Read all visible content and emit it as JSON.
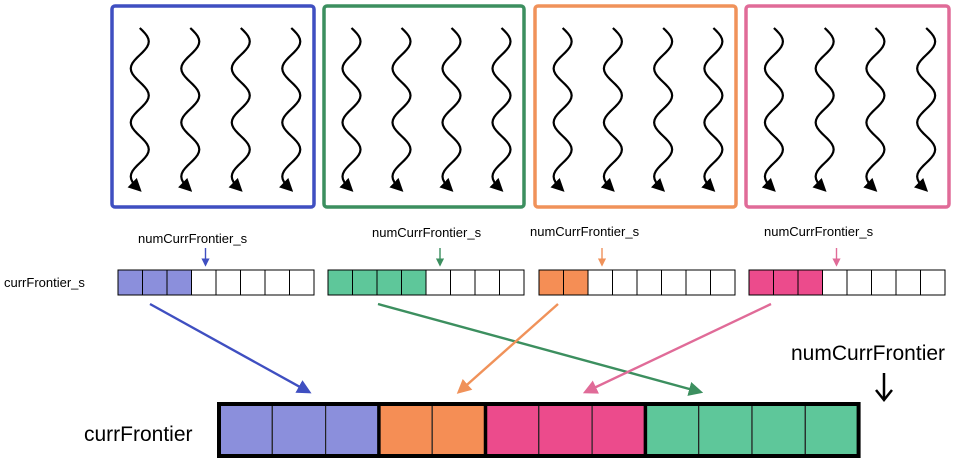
{
  "labels": {
    "local_counter": "numCurrFrontier_s",
    "local_queue": "currFrontier_s",
    "global_queue": "currFrontier",
    "global_counter": "numCurrFrontier"
  },
  "blocks": [
    {
      "name": "block-blue",
      "color": "#3f4fc1",
      "fill": "#8b8fdc",
      "threads": 4,
      "local_filled": 3,
      "local_total": 8
    },
    {
      "name": "block-green",
      "color": "#3c8f5f",
      "fill": "#5ec79a",
      "threads": 4,
      "local_filled": 4,
      "local_total": 8
    },
    {
      "name": "block-orange",
      "color": "#f0925a",
      "fill": "#f58e55",
      "threads": 4,
      "local_filled": 2,
      "local_total": 8
    },
    {
      "name": "block-pink",
      "color": "#e06b98",
      "fill": "#ec4b8c",
      "threads": 4,
      "local_filled": 3,
      "local_total": 8
    }
  ],
  "global_segments": [
    {
      "block": "block-blue",
      "fill": "#8b8fdc",
      "cells": 3
    },
    {
      "block": "block-orange",
      "fill": "#f58e55",
      "cells": 2
    },
    {
      "block": "block-pink",
      "fill": "#ec4b8c",
      "cells": 3
    },
    {
      "block": "block-green",
      "fill": "#5ec79a",
      "cells": 4
    }
  ],
  "copy_arrows": [
    {
      "from": "block-blue",
      "to_segment": 0,
      "color": "#3f4fc1"
    },
    {
      "from": "block-green",
      "to_segment": 3,
      "color": "#3c8f5f"
    },
    {
      "from": "block-orange",
      "to_segment": 1,
      "color": "#f0925a"
    },
    {
      "from": "block-pink",
      "to_segment": 2,
      "color": "#e06b98"
    }
  ]
}
